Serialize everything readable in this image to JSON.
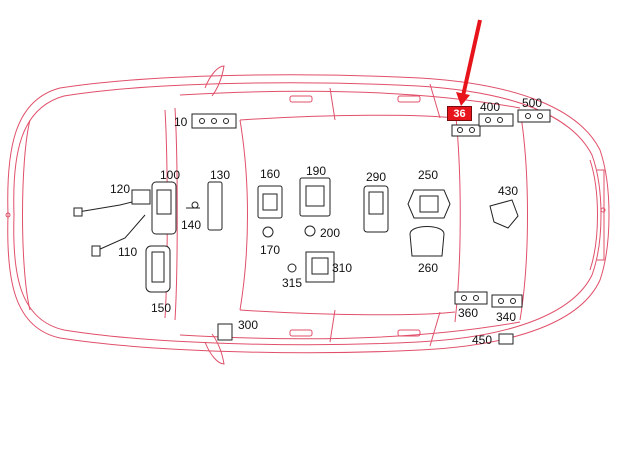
{
  "diagram": {
    "line_color": "#e0506a",
    "highlight_color": "#e8141b",
    "arrow_color": "#e8141b",
    "highlighted_label": "36",
    "labels": {
      "l10": "10",
      "l100": "100",
      "l110": "110",
      "l120": "120",
      "l130": "130",
      "l140": "140",
      "l150": "150",
      "l160": "160",
      "l170": "170",
      "l190": "190",
      "l200": "200",
      "l250": "250",
      "l260": "260",
      "l290": "290",
      "l300": "300",
      "l310": "310",
      "l315": "315",
      "l340": "340",
      "l360": "360",
      "l400": "400",
      "l430": "430",
      "l450": "450",
      "l500": "500"
    }
  }
}
